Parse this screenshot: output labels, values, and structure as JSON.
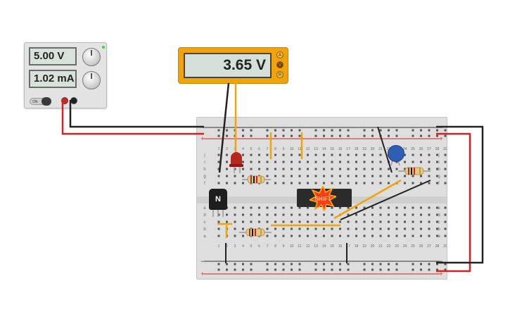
{
  "power_supply": {
    "voltage": "5.00 V",
    "current": "1.02 mA",
    "switch_label": "ON",
    "led_color": "#3ed23e",
    "positive_terminal_color": "#d32222",
    "negative_terminal_color": "#222222"
  },
  "multimeter": {
    "reading": "3.65 V",
    "modes": [
      {
        "label": "A",
        "active": false
      },
      {
        "label": "V",
        "active": true
      },
      {
        "label": "R",
        "active": false
      }
    ],
    "body_color": "#f0a30a"
  },
  "breadboard": {
    "column_numbers": [
      "1",
      "2",
      "3",
      "4",
      "5",
      "6",
      "7",
      "8",
      "9",
      "10",
      "11",
      "12",
      "13",
      "14",
      "15",
      "16",
      "17",
      "18",
      "19",
      "20",
      "21",
      "22",
      "23",
      "24",
      "25",
      "26",
      "27",
      "28",
      "29",
      "30"
    ],
    "row_letters_top": [
      "j",
      "i",
      "h",
      "g",
      "f"
    ],
    "row_letters_bottom": [
      "e",
      "d",
      "c",
      "b",
      "a"
    ],
    "rail_minus": "−",
    "rail_plus": "+"
  },
  "components": {
    "transistor_label": "N",
    "ic_label": "SHIFT",
    "led_color": "#b5281e",
    "capacitor_color": "#2e5fb4"
  },
  "wire_colors": {
    "positive": "#d32222",
    "negative": "#222222",
    "signal": "#f0a30a"
  }
}
